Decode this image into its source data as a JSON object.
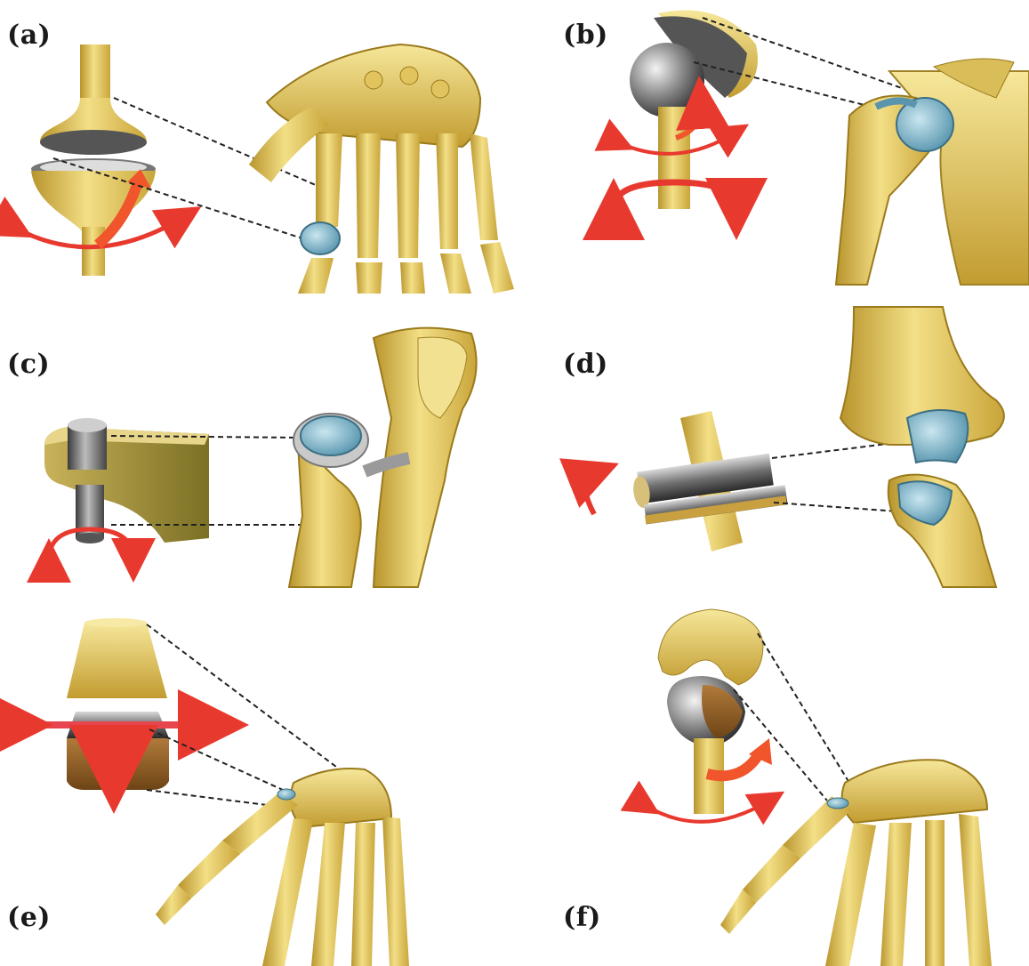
{
  "panels": [
    {
      "id": "a",
      "label": "(a)",
      "model": "condyloid-joint-model",
      "anatomy": "hand-metacarpal-joint"
    },
    {
      "id": "b",
      "label": "(b)",
      "model": "ball-and-socket-joint-model",
      "anatomy": "shoulder-joint"
    },
    {
      "id": "c",
      "label": "(c)",
      "model": "pivot-joint-model",
      "anatomy": "radio-ulnar-joint"
    },
    {
      "id": "d",
      "label": "(d)",
      "model": "hinge-joint-model",
      "anatomy": "elbow-joint"
    },
    {
      "id": "e",
      "label": "(e)",
      "model": "plane-gliding-joint-model",
      "anatomy": "hand-carpal-joint"
    },
    {
      "id": "f",
      "label": "(f)",
      "model": "saddle-joint-model",
      "anatomy": "thumb-carpometacarpal-joint"
    }
  ],
  "colors": {
    "bone": "#e8cf6a",
    "bone_shadow": "#b8942c",
    "bone_light": "#f6e79a",
    "cartilage": "#8fc3d8",
    "metal": "#9a9a9a",
    "arrow": "#e8392e",
    "leader": "#222222"
  }
}
